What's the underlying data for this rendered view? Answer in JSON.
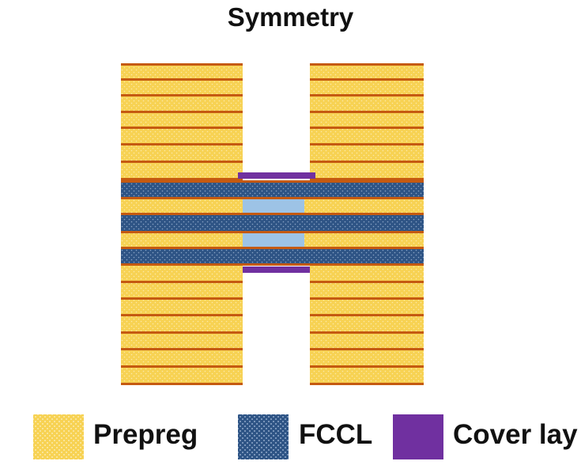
{
  "title": "Symmetry",
  "colors": {
    "prepreg": "#f7d253",
    "prepreg_dot": "#fbe9a8",
    "fccl": "#2e5485",
    "fccl_dot": "#8aa4c6",
    "cover_lay": "#7030a0",
    "copper_line": "#c55a11",
    "inner_fill": "#9dc3e6"
  },
  "legend": [
    {
      "key": "prepreg",
      "label": "Prepreg"
    },
    {
      "key": "fccl",
      "label": "FCCL"
    },
    {
      "key": "cover_lay",
      "label": "Cover lay"
    }
  ]
}
